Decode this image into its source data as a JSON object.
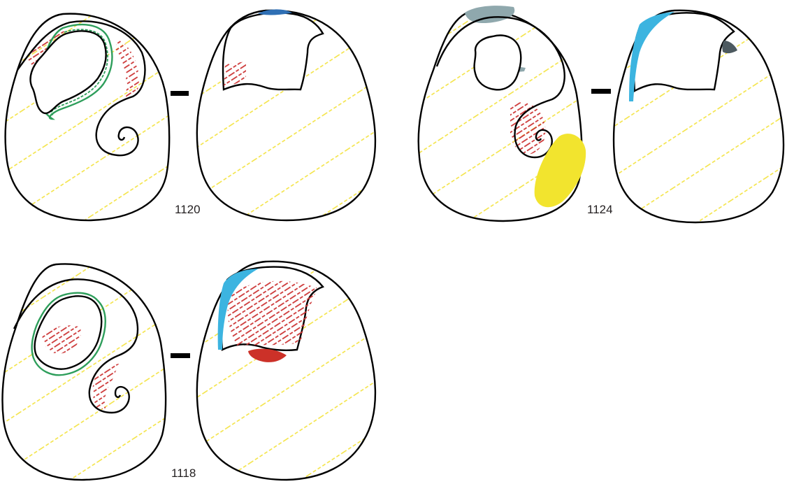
{
  "panels": [
    {
      "label": "1120"
    },
    {
      "label": "1124"
    },
    {
      "label": "1118"
    }
  ],
  "colors": {
    "outline": "#000000",
    "hatch_yellow": "#f3e23a",
    "hatch_red": "#cc3333",
    "green": "#2e9e5b",
    "red_fill": "#cc3128",
    "blue": "#2f6fb4",
    "light_blue": "#3cb4e0",
    "gray_blue": "#8fa8ad",
    "dark_gray": "#4d5a60",
    "yellow_fill": "#f2e42e"
  }
}
